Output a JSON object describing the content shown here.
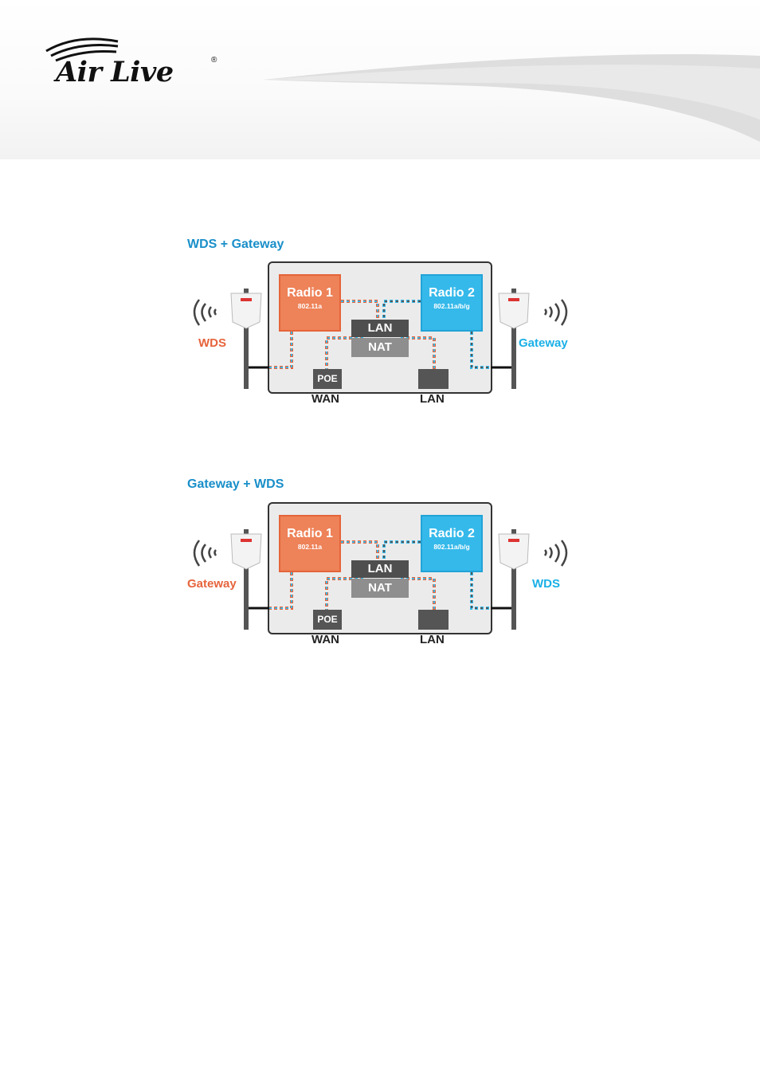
{
  "brand": {
    "logo_text": "Air Live",
    "registered": "®"
  },
  "diagrams": [
    {
      "title": "WDS + Gateway",
      "radio1": {
        "title": "Radio 1",
        "standard": "802.11a"
      },
      "radio2": {
        "title": "Radio 2",
        "standard": "802.11a/b/g"
      },
      "lan_block": "LAN",
      "nat_block": "NAT",
      "poe_block": "POE",
      "left_mode": "WDS",
      "right_mode": "Gateway",
      "wan_label": "WAN",
      "lan_label": "LAN"
    },
    {
      "title": "Gateway + WDS",
      "radio1": {
        "title": "Radio 1",
        "standard": "802.11a"
      },
      "radio2": {
        "title": "Radio 2",
        "standard": "802.11a/b/g"
      },
      "lan_block": "LAN",
      "nat_block": "NAT",
      "poe_block": "POE",
      "left_mode": "Gateway",
      "right_mode": "WDS",
      "wan_label": "WAN",
      "lan_label": "LAN"
    }
  ],
  "colors": {
    "radio1": "#ee8258",
    "radio2": "#35b9ea",
    "title_blue": "#1a8fc9",
    "label_orange": "#e6643c",
    "label_blue": "#1ab0e6"
  },
  "icons": [
    "airlive-logo",
    "antenna-icon",
    "signal-waves-icon"
  ]
}
